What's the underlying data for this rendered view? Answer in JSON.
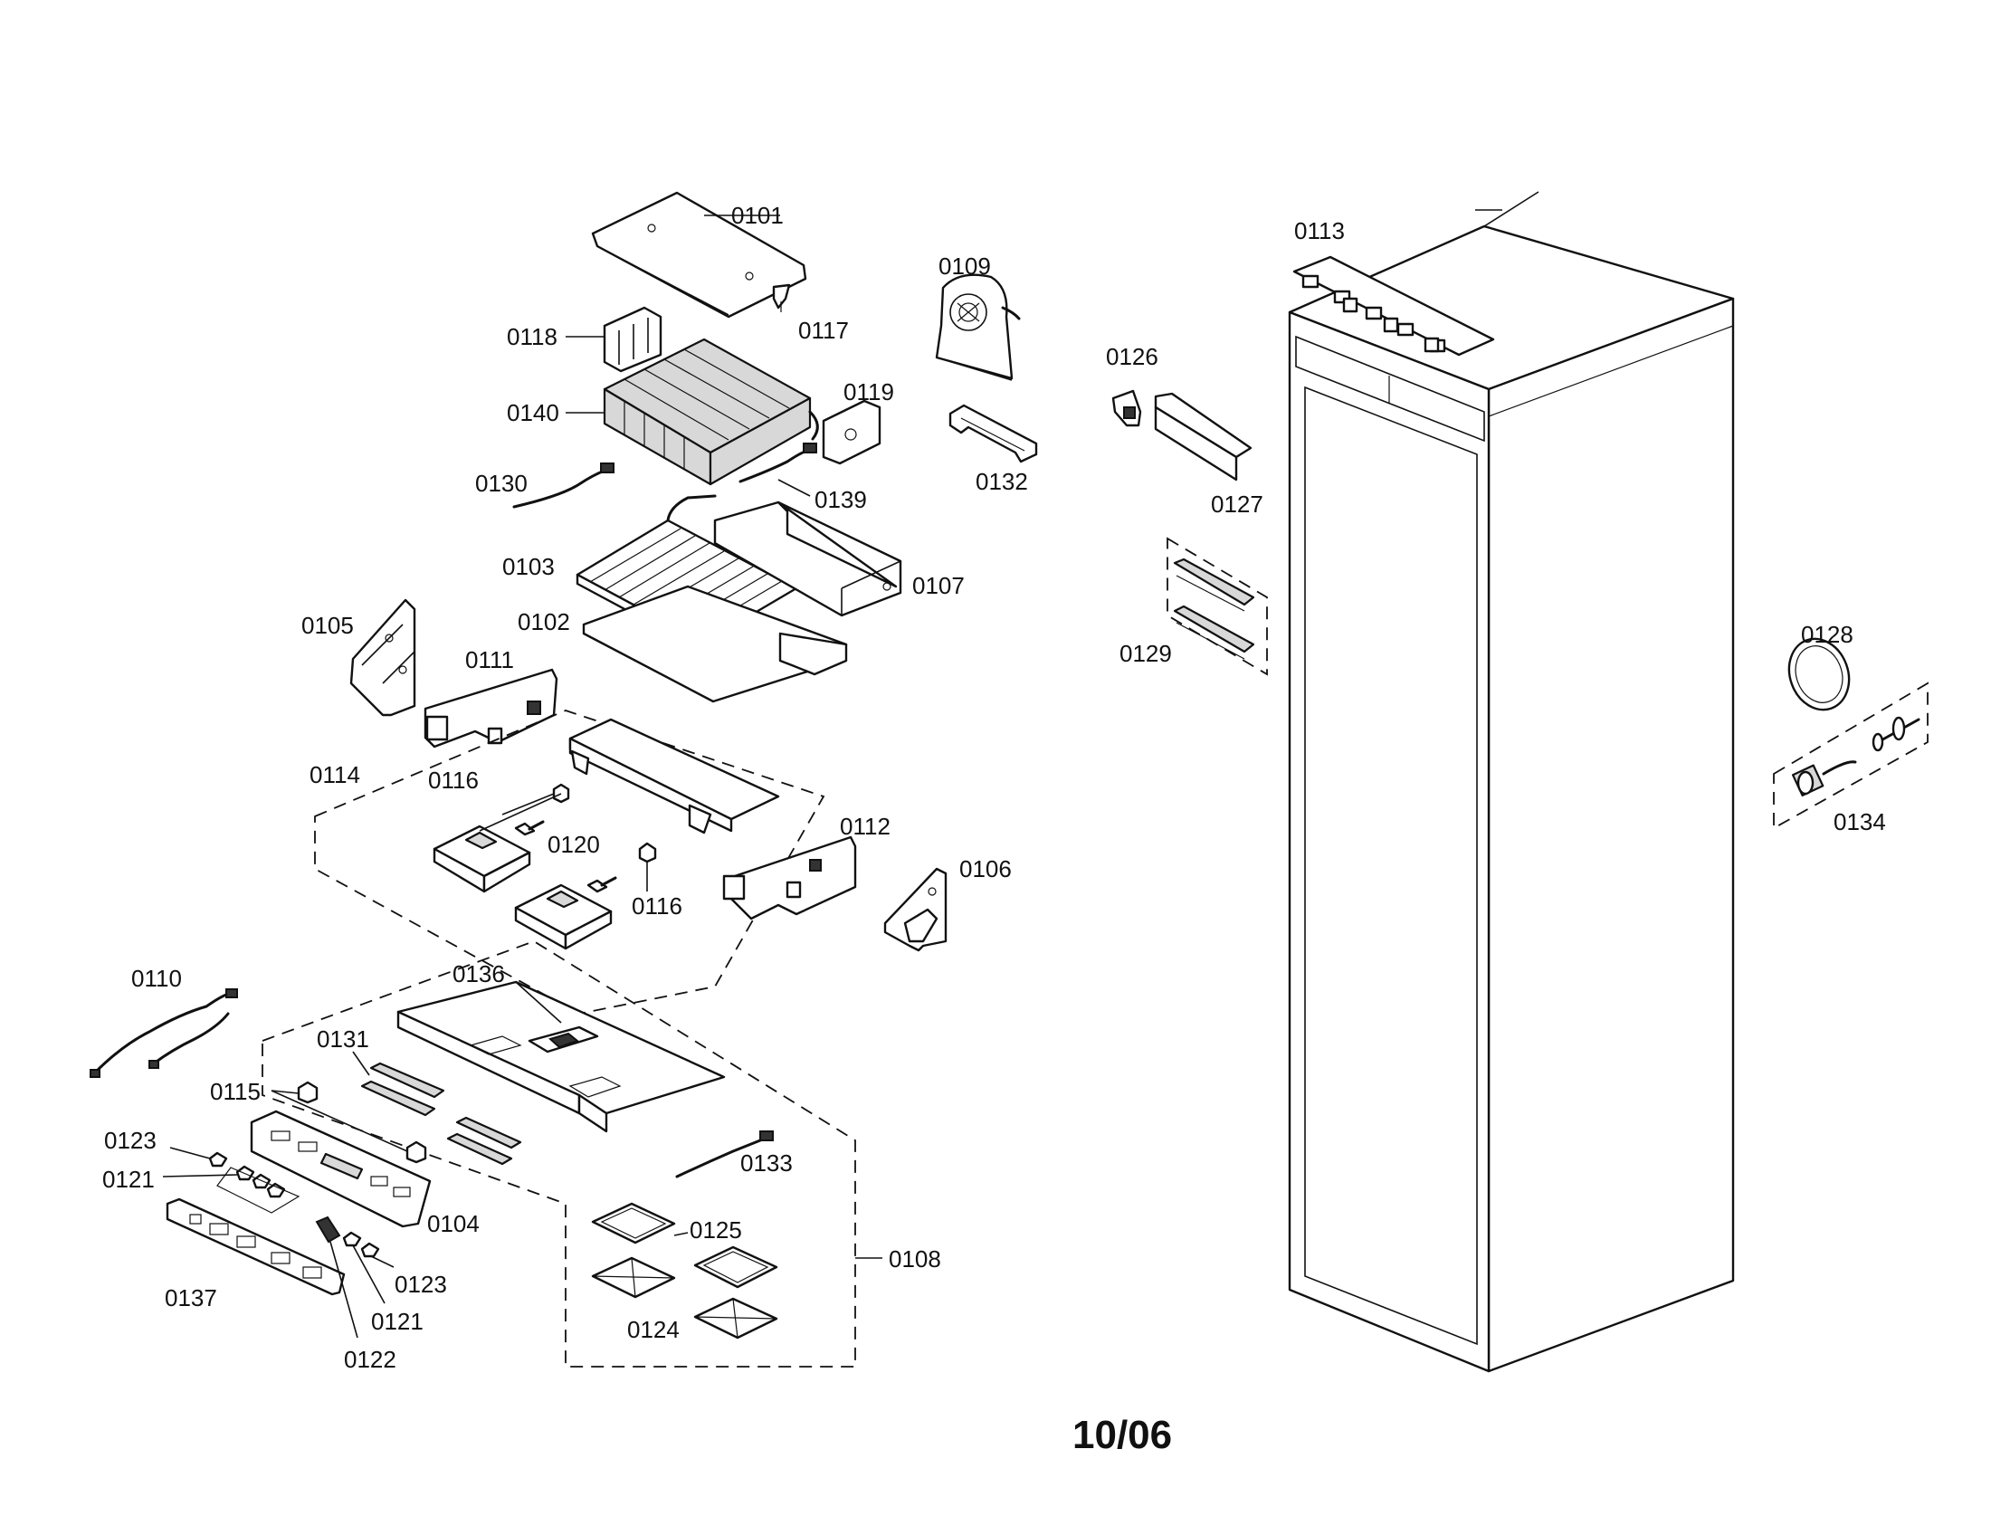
{
  "diagram": {
    "date_code": "10/06",
    "callouts": [
      "0101",
      "0118",
      "0117",
      "0109",
      "0113",
      "0140",
      "0119",
      "0126",
      "0130",
      "0139",
      "0132",
      "0127",
      "0103",
      "0107",
      "0105",
      "0102",
      "0111",
      "0129",
      "0128",
      "0114",
      "0116",
      "0112",
      "0120",
      "0106",
      "0116",
      "0134",
      "0110",
      "0136",
      "0131",
      "0115",
      "0123",
      "0133",
      "0121",
      "0104",
      "0125",
      "0108",
      "0123",
      "0137",
      "0121",
      "0124",
      "0122"
    ]
  }
}
